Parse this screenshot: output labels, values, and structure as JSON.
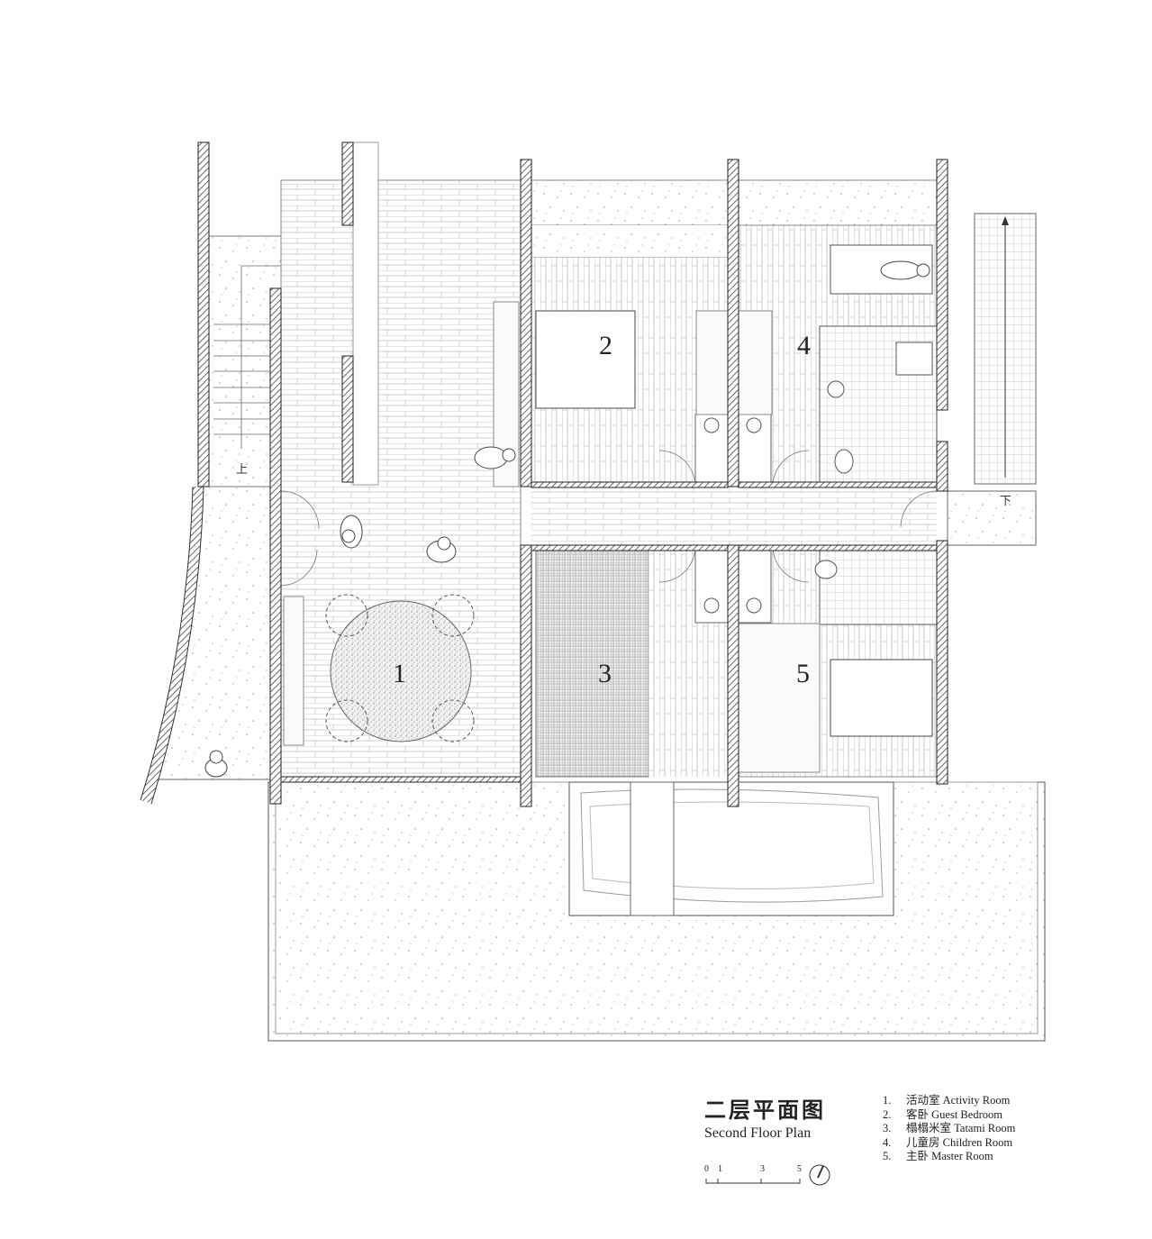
{
  "drawing": {
    "title_zh": "二层平面图",
    "title_en": "Second Floor Plan",
    "rooms": [
      {
        "number": "1"
      },
      {
        "number": "2"
      },
      {
        "number": "3"
      },
      {
        "number": "4"
      },
      {
        "number": "5"
      }
    ],
    "stair_labels": {
      "up": "上",
      "down": "下"
    },
    "legend": [
      {
        "num": "1.",
        "zh": "活动室",
        "en": "Activity Room"
      },
      {
        "num": "2.",
        "zh": "客卧",
        "en": "Guest Bedroom"
      },
      {
        "num": "3.",
        "zh": "榻榻米室",
        "en": "Tatami Room"
      },
      {
        "num": "4.",
        "zh": "儿童房",
        "en": "Children Room"
      },
      {
        "num": "5.",
        "zh": "主卧",
        "en": "Master Room"
      }
    ],
    "scale_bar": {
      "ticks": [
        "0",
        "1",
        "3",
        "5"
      ]
    },
    "colors": {
      "line": "#333333",
      "paper": "#ffffff"
    }
  }
}
